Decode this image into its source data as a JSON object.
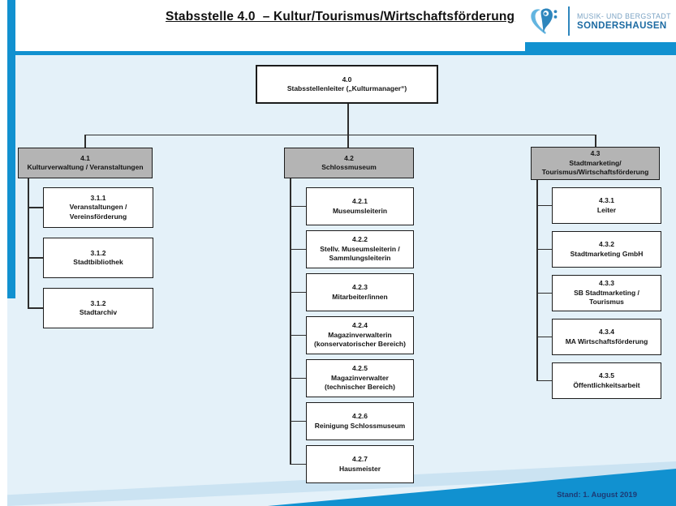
{
  "header": {
    "title": "Stabsstelle 4.0  – Kultur/Tourismus/Wirtschaftsförderung",
    "logo": {
      "icon": "bass-clef-heart-icon",
      "line1": "MUSIK- UND BERGSTADT",
      "line2": "SONDERSHAUSEN"
    }
  },
  "root": {
    "id": "4.0",
    "label": "Stabsstellenleiter („Kulturmanager“)"
  },
  "columns": [
    {
      "head": {
        "id": "4.1",
        "label": "Kulturverwaltung / Veranstaltungen"
      },
      "children": [
        {
          "id": "3.1.1",
          "label": "Veranstaltungen /\nVereinsförderung"
        },
        {
          "id": "3.1.2",
          "label": "Stadtbibliothek"
        },
        {
          "id": "3.1.2",
          "label": "Stadtarchiv"
        }
      ]
    },
    {
      "head": {
        "id": "4.2",
        "label": "Schlossmuseum"
      },
      "children": [
        {
          "id": "4.2.1",
          "label": "Museumsleiterin"
        },
        {
          "id": "4.2.2",
          "label": "Stellv. Museumsleiterin /\nSammlungsleiterin"
        },
        {
          "id": "4.2.3",
          "label": "Mitarbeiter/innen"
        },
        {
          "id": "4.2.4",
          "label": "Magazinverwalterin\n(konservatorischer Bereich)"
        },
        {
          "id": "4.2.5",
          "label": "Magazinverwalter\n(technischer Bereich)"
        },
        {
          "id": "4.2.6",
          "label": "Reinigung Schlossmuseum"
        },
        {
          "id": "4.2.7",
          "label": "Hausmeister"
        }
      ]
    },
    {
      "head": {
        "id": "4.3",
        "label": "Stadtmarketing/\nTourismus/Wirtschaftsförderung"
      },
      "children": [
        {
          "id": "4.3.1",
          "label": "Leiter"
        },
        {
          "id": "4.3.2",
          "label": "Stadtmarketing GmbH"
        },
        {
          "id": "4.3.3",
          "label": "SB Stadtmarketing /\nTourismus"
        },
        {
          "id": "4.3.4",
          "label": "MA Wirtschaftsförderung"
        },
        {
          "id": "4.3.5",
          "label": "Öffentlichkeitsarbeit"
        }
      ]
    }
  ],
  "footer": {
    "stand": "Stand: 1. August 2019"
  },
  "colors": {
    "accent_blue": "#1191d0",
    "light_blue_bg": "#e4f1f9",
    "swoosh_band": "#cbe3f2",
    "gray_box": "#b4b4b4",
    "logo_light_text": "#7ba3c4",
    "logo_dark_text": "#1b6aa2",
    "stand_text": "#1d3a74"
  }
}
